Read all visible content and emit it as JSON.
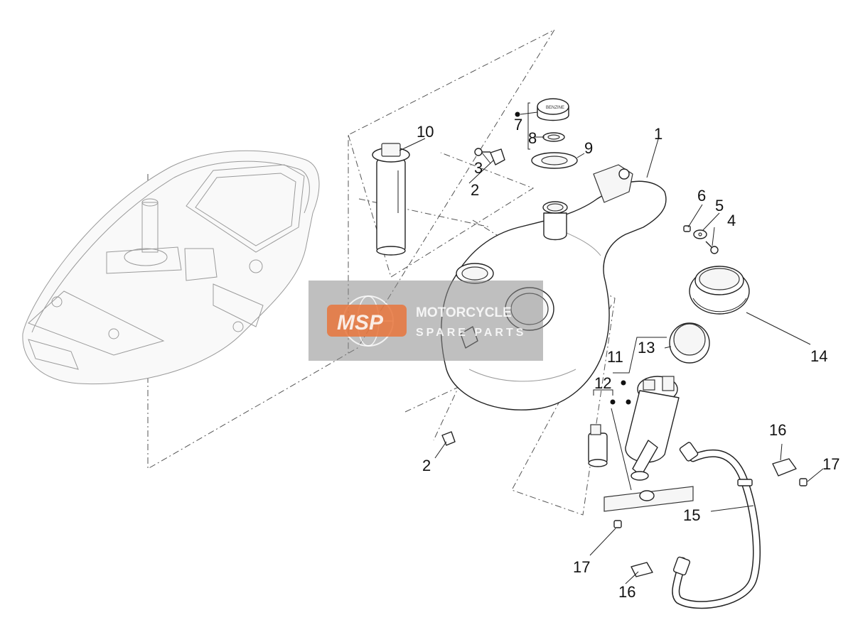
{
  "callouts": {
    "c1": "1",
    "c2a": "2",
    "c2b": "2",
    "c3": "3",
    "c4": "4",
    "c5": "5",
    "c6": "6",
    "c7": "7",
    "c8": "8",
    "c9": "9",
    "c10": "10",
    "c11": "11",
    "c12": "12",
    "c13": "13",
    "c14": "14",
    "c15": "15",
    "c16a": "16",
    "c16b": "16",
    "c17a": "17",
    "c17b": "17"
  },
  "watermark": {
    "logo": "MSP",
    "line1": "MOTORCYCLE",
    "line2": "SPARE PARTS"
  },
  "fuel_cap_text": "BENZINE",
  "colors": {
    "watermark_band": "#8a8a8a",
    "logo_orange": "#e8743b",
    "line": "#222222",
    "ghost": "#9a9a9a"
  }
}
